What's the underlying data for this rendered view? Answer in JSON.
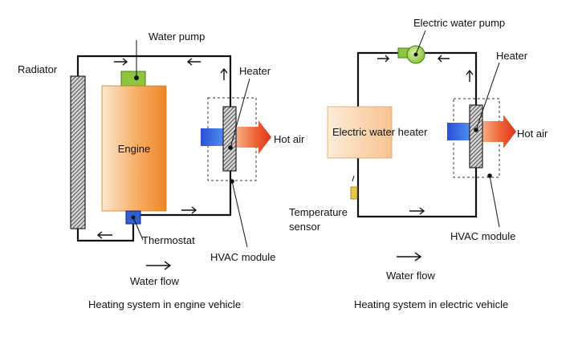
{
  "diagrams": [
    {
      "caption": "Heating system in engine vehicle",
      "labels": {
        "radiator": "Radiator",
        "water_pump": "Water pump",
        "heater": "Heater",
        "engine": "Engine",
        "hot_air": "Hot air",
        "thermostat": "Thermostat",
        "hvac_module": "HVAC module",
        "water_flow": "Water flow"
      }
    },
    {
      "caption": "Heating system in electric vehicle",
      "labels": {
        "electric_water_pump": "Electric water pump",
        "heater": "Heater",
        "electric_water_heater": "Electric water heater",
        "hot_air": "Hot air",
        "temperature_sensor_line1": "Temperature",
        "temperature_sensor_line2": "sensor",
        "hvac_module": "HVAC module",
        "water_flow": "Water flow"
      }
    }
  ],
  "colors": {
    "engine_fill_light": "#fde2c4",
    "engine_fill_dark": "#f08a2a",
    "pump_green": "#8cc63f",
    "thermostat_blue": "#2f5fd0",
    "cold_air_blue": "#1f4fd8",
    "hot_air_red": "#e8431f",
    "heater_hatch": "#888888",
    "sensor_yellow": "#e7c84a"
  }
}
